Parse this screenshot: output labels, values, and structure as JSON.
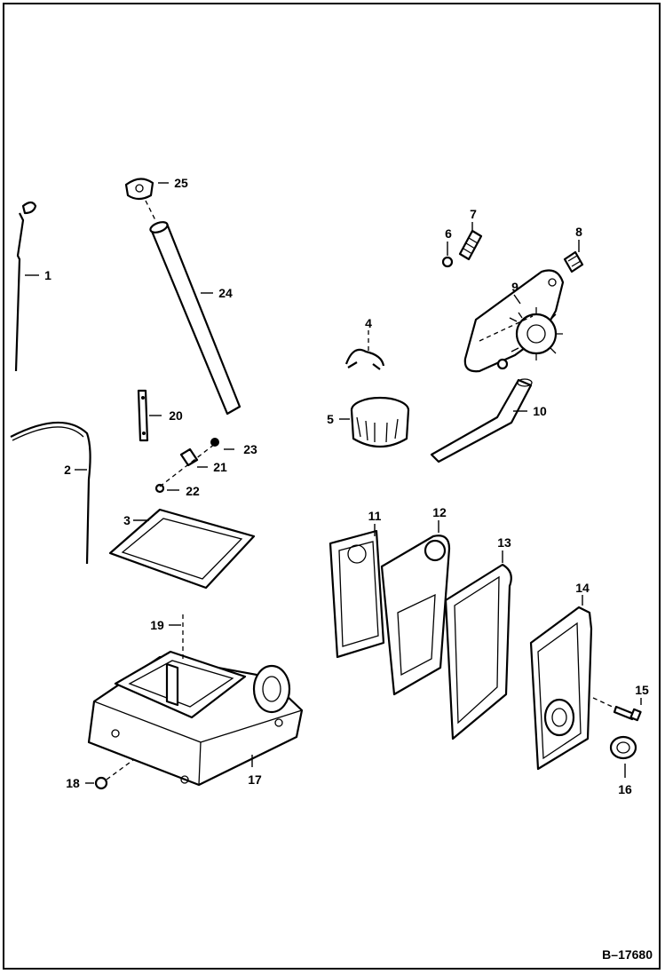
{
  "figure": {
    "code": "B–17680",
    "callouts": [
      "1",
      "2",
      "3",
      "4",
      "5",
      "6",
      "7",
      "8",
      "9",
      "10",
      "11",
      "12",
      "13",
      "14",
      "15",
      "16",
      "17",
      "18",
      "19",
      "20",
      "21",
      "22",
      "23",
      "24",
      "25"
    ]
  }
}
